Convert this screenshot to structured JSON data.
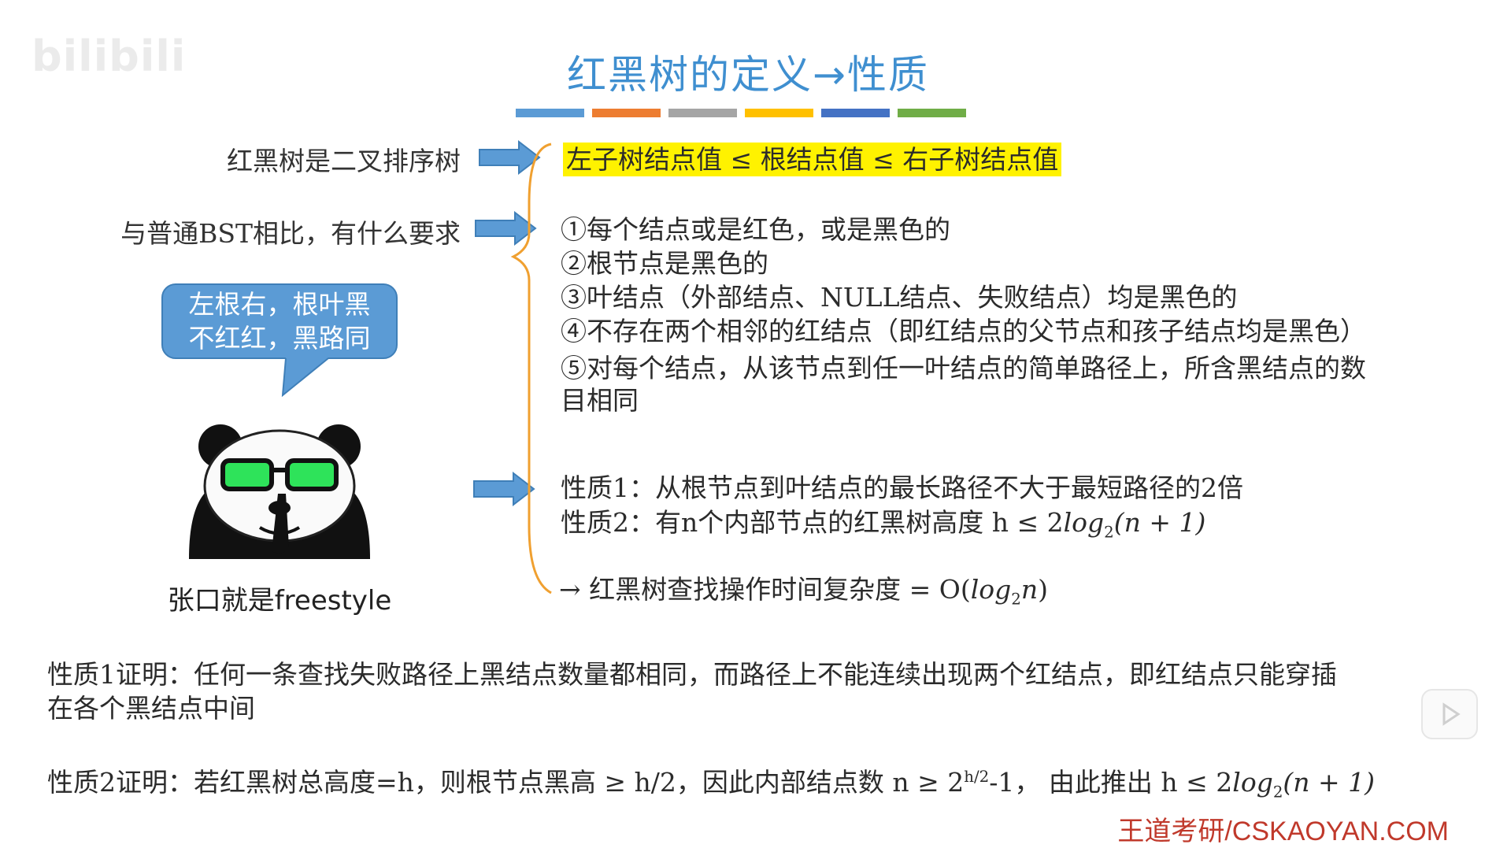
{
  "watermark": "bilibili",
  "title": "红黑树的定义→性质",
  "title_bar_colors": [
    "#5b9bd5",
    "#ed7d31",
    "#a5a5a5",
    "#ffc000",
    "#4472c4",
    "#70ad47"
  ],
  "left": {
    "q1": "红黑树是二叉排序树",
    "q2": "与普通BST相比，有什么要求",
    "bubble_line1": "左根右，根叶黑",
    "bubble_line2": "不红红，黑路同",
    "caption": "张口就是freestyle"
  },
  "right": {
    "bst_rule": "左子树结点值 ≤ 根结点值 ≤ 右子树结点值",
    "rule1": "①每个结点或是红色，或是黑色的",
    "rule2": "②根节点是黑色的",
    "rule3": "③叶结点（外部结点、NULL结点、失败结点）均是黑色的",
    "rule4": "④不存在两个相邻的红结点（即红结点的父节点和孩子结点均是黑色）",
    "rule5_line1": "⑤对每个结点，从该节点到任一叶结点的简单路径上，所含黑结点的数",
    "rule5_line2": "目相同",
    "prop1": "性质1：从根节点到叶结点的最长路径不大于最短路径的2倍",
    "prop2_text": "性质2：有n个内部节点的红黑树高度 h ≤ 2",
    "prop2_log": "log",
    "prop2_sub": "2",
    "prop2_arg": "(n + 1)",
    "conclusion_text": "→  红黑树查找操作时间复杂度 = O(",
    "conclusion_log": "log",
    "conclusion_sub": "2",
    "conclusion_arg": "n",
    "conclusion_end": ")"
  },
  "proofs": {
    "p1_line1": "性质1证明：任何一条查找失败路径上黑结点数量都相同，而路径上不能连续出现两个红结点，即红结点只能穿插",
    "p1_line2": "在各个黑结点中间",
    "p2_text": "性质2证明：若红黑树总高度=h，则根节点黑高 ≥ h/2，因此内部结点数 n ≥  2",
    "p2_sup": "h/2",
    "p2_mid": "-1，  由此推出 h ≤ 2",
    "p2_log": "log",
    "p2_sub": "2",
    "p2_arg": "(n + 1)"
  },
  "footer": "王道考研/CSKAOYAN.COM"
}
